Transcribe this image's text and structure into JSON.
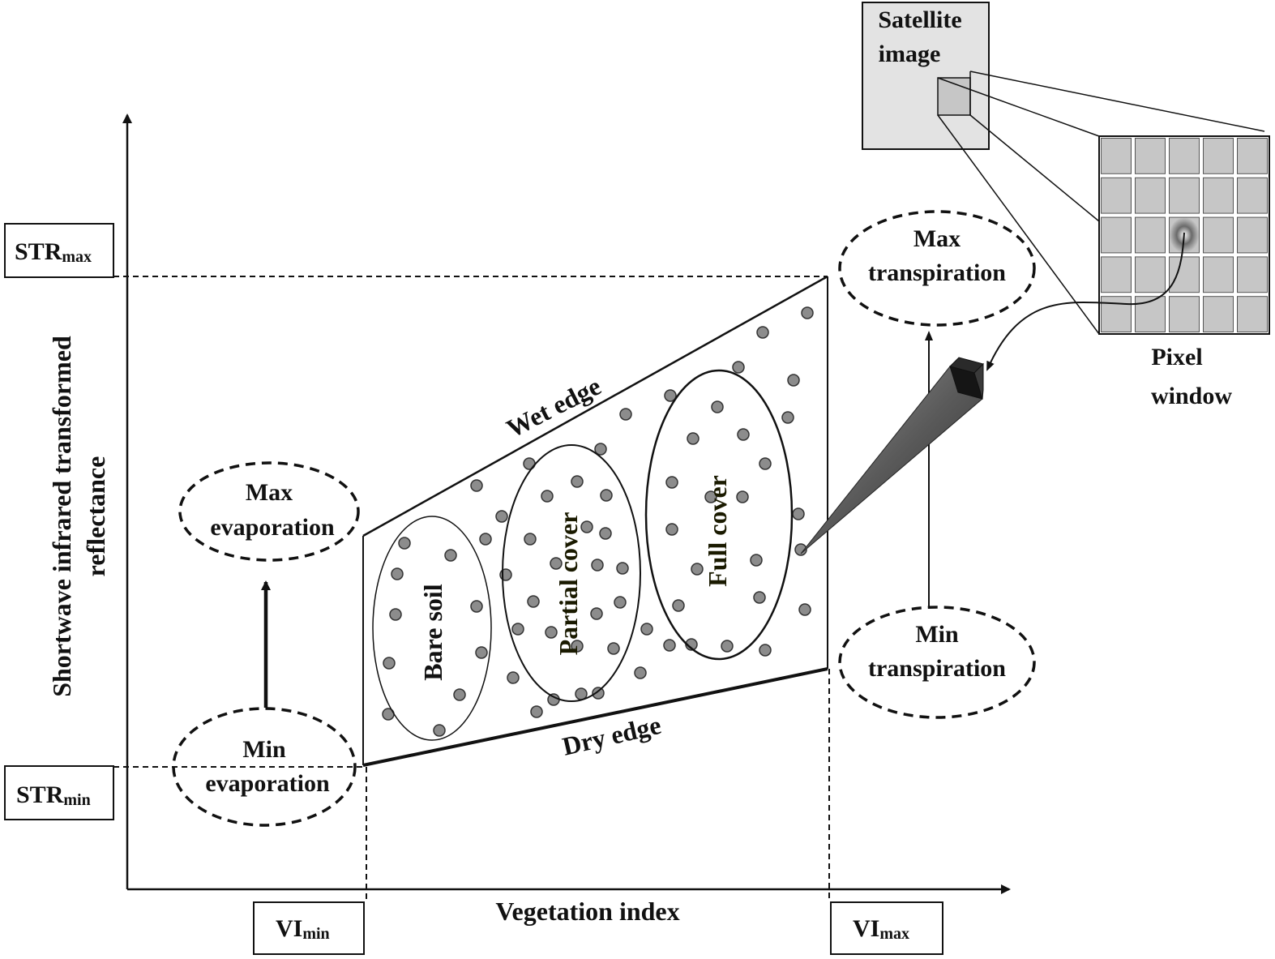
{
  "colors": {
    "ink": "#111111",
    "dot_fill": "#8c8c8c",
    "satellite_fill": "#e3e3e3",
    "pixel_fill": "#c6c6c6",
    "cover_text": "#1a1a00"
  },
  "axes": {
    "y_label_line1": "Shortwave infrared transformed",
    "y_label_line2": "reflectance",
    "x_label": "Vegetation index"
  },
  "boxes": {
    "str_max": {
      "main": "STR",
      "sub": "max"
    },
    "str_min": {
      "main": "STR",
      "sub": "min"
    },
    "vi_min": {
      "main": "VI",
      "sub": "min"
    },
    "vi_max": {
      "main": "VI",
      "sub": "max"
    }
  },
  "ellipses": {
    "max_evaporation": [
      "Max",
      "evaporation"
    ],
    "min_evaporation": [
      "Min",
      "evaporation"
    ],
    "max_transpiration": [
      "Max",
      "transpiration"
    ],
    "min_transpiration": [
      "Min",
      "transpiration"
    ]
  },
  "edges": {
    "wet": "Wet edge",
    "dry": "Dry edge"
  },
  "clusters": {
    "bare": "Bare soil",
    "partial": "Partial cover",
    "full": "Full cover"
  },
  "satellite": {
    "line1": "Satellite",
    "line2": "image"
  },
  "pixel_window": {
    "line1": "Pixel",
    "line2": "window"
  }
}
